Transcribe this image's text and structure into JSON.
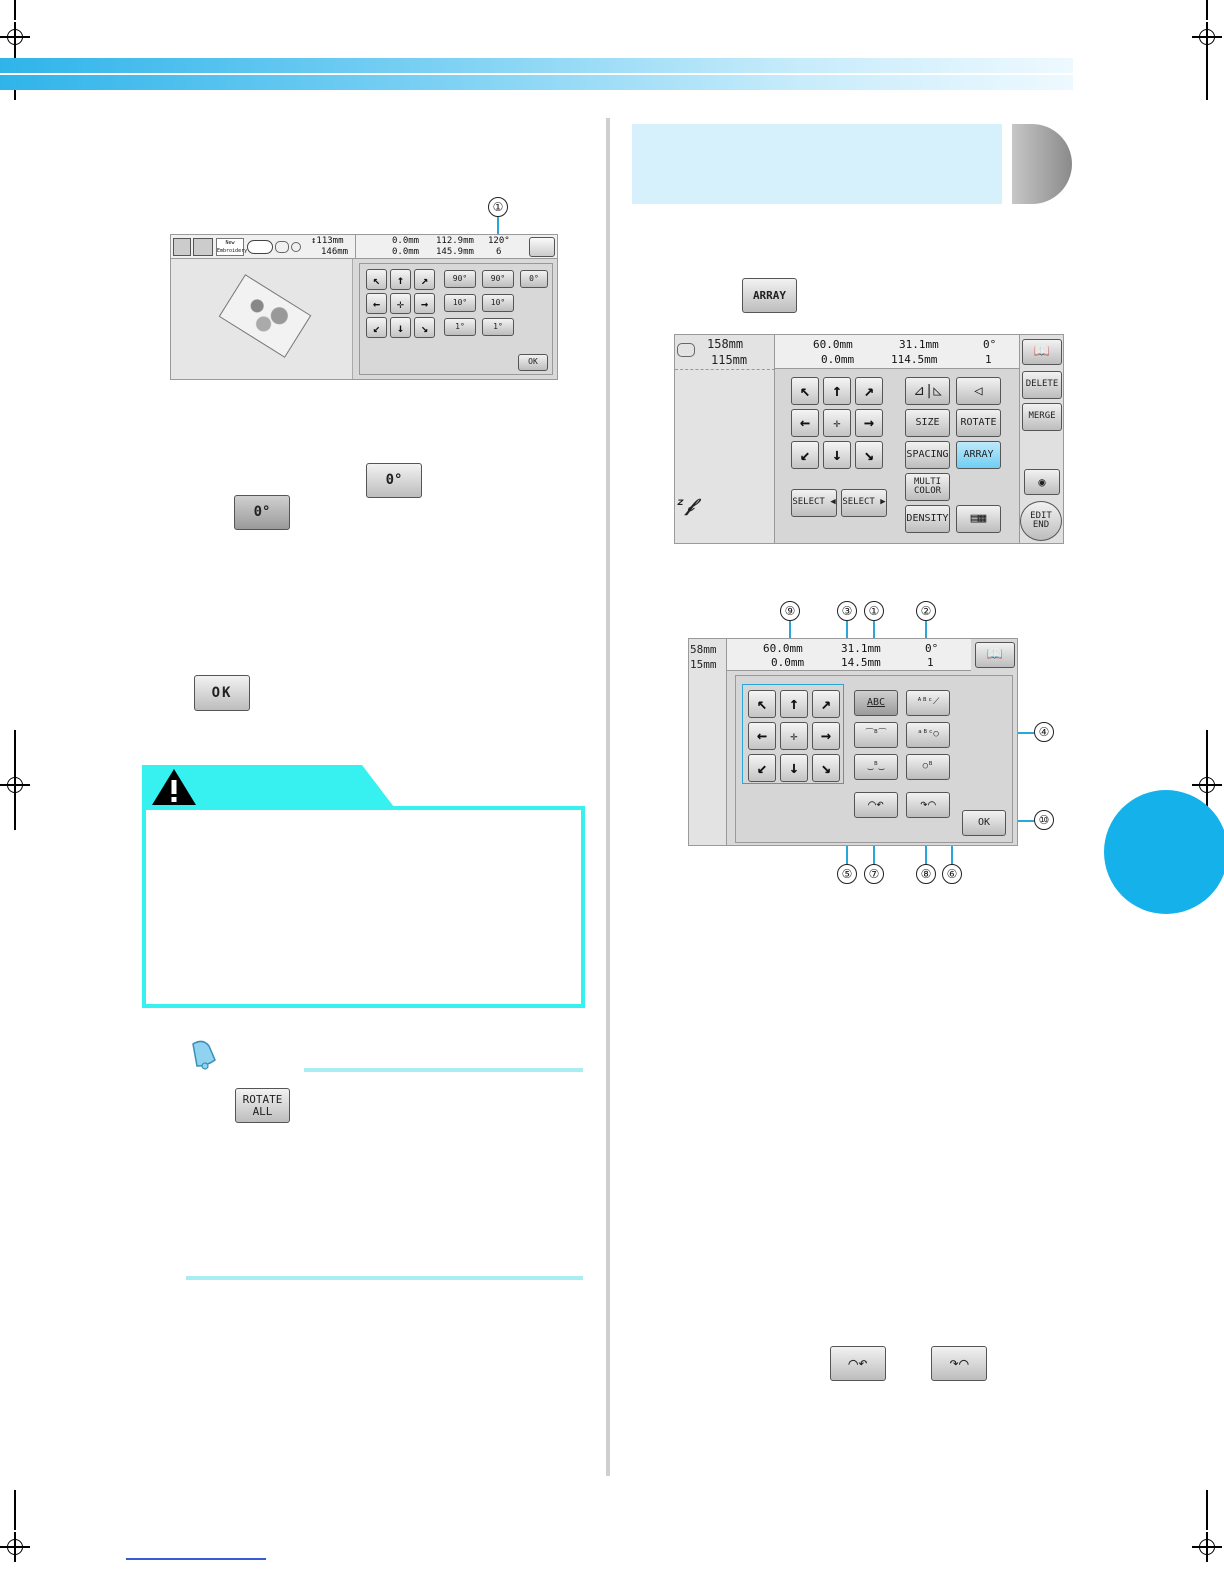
{
  "colors": {
    "accent": "#37f0f0",
    "band": "#2fb4ea",
    "blue_tab": "#15b1ea",
    "section_head": "#d6f1fc"
  },
  "fig_rotate": {
    "callout": "①",
    "info": {
      "height": "↕113mm",
      "width": "146mm",
      "x": "0.0mm",
      "y": "0.0mm",
      "size_h": "112.9mm",
      "size_w": "145.9mm",
      "angle": "120°",
      "colors": "6"
    },
    "tab_new": "New Embroidery",
    "rot_buttons": [
      "90°",
      "90°",
      "0°",
      "10°",
      "10°",
      "1°",
      "1°"
    ],
    "ok": "OK"
  },
  "left_buttons": {
    "zero_deg": "0°",
    "zero_deg_pressed": "0°",
    "ok": "OK",
    "rotate_all": "ROTATE ALL"
  },
  "right_top_button": "ARRAY",
  "fig_edit": {
    "info": {
      "height": "158mm",
      "width": "115mm",
      "x": "60.0mm",
      "y": "0.0mm",
      "size_h": "31.1mm",
      "size_w": "114.5mm",
      "angle": "0°",
      "colors": "1"
    },
    "buttons": {
      "size": "SIZE",
      "rotate": "ROTATE",
      "spacing": "SPACING",
      "array": "ARRAY",
      "multi_color": "MULTI COLOR",
      "density": "DENSITY",
      "select_prev": "SELECT ◀",
      "select_next": "SELECT ▶",
      "delete": "DELETE",
      "merge": "MERGE",
      "edit_end": "EDIT END"
    }
  },
  "fig_array": {
    "info": {
      "height": "58mm",
      "width": "15mm",
      "x": "60.0mm",
      "y": "0.0mm",
      "size_h": "31.1mm",
      "size_w": "14.5mm",
      "angle": "0°",
      "colors": "1"
    },
    "callouts_top": [
      "⑨",
      "③",
      "①",
      "②"
    ],
    "callouts_right": [
      "④",
      "⑩"
    ],
    "callouts_bottom": [
      "⑤",
      "⑦",
      "⑧",
      "⑥"
    ],
    "ok": "OK"
  },
  "bottom_buttons": [
    "bend-left",
    "bend-right"
  ]
}
